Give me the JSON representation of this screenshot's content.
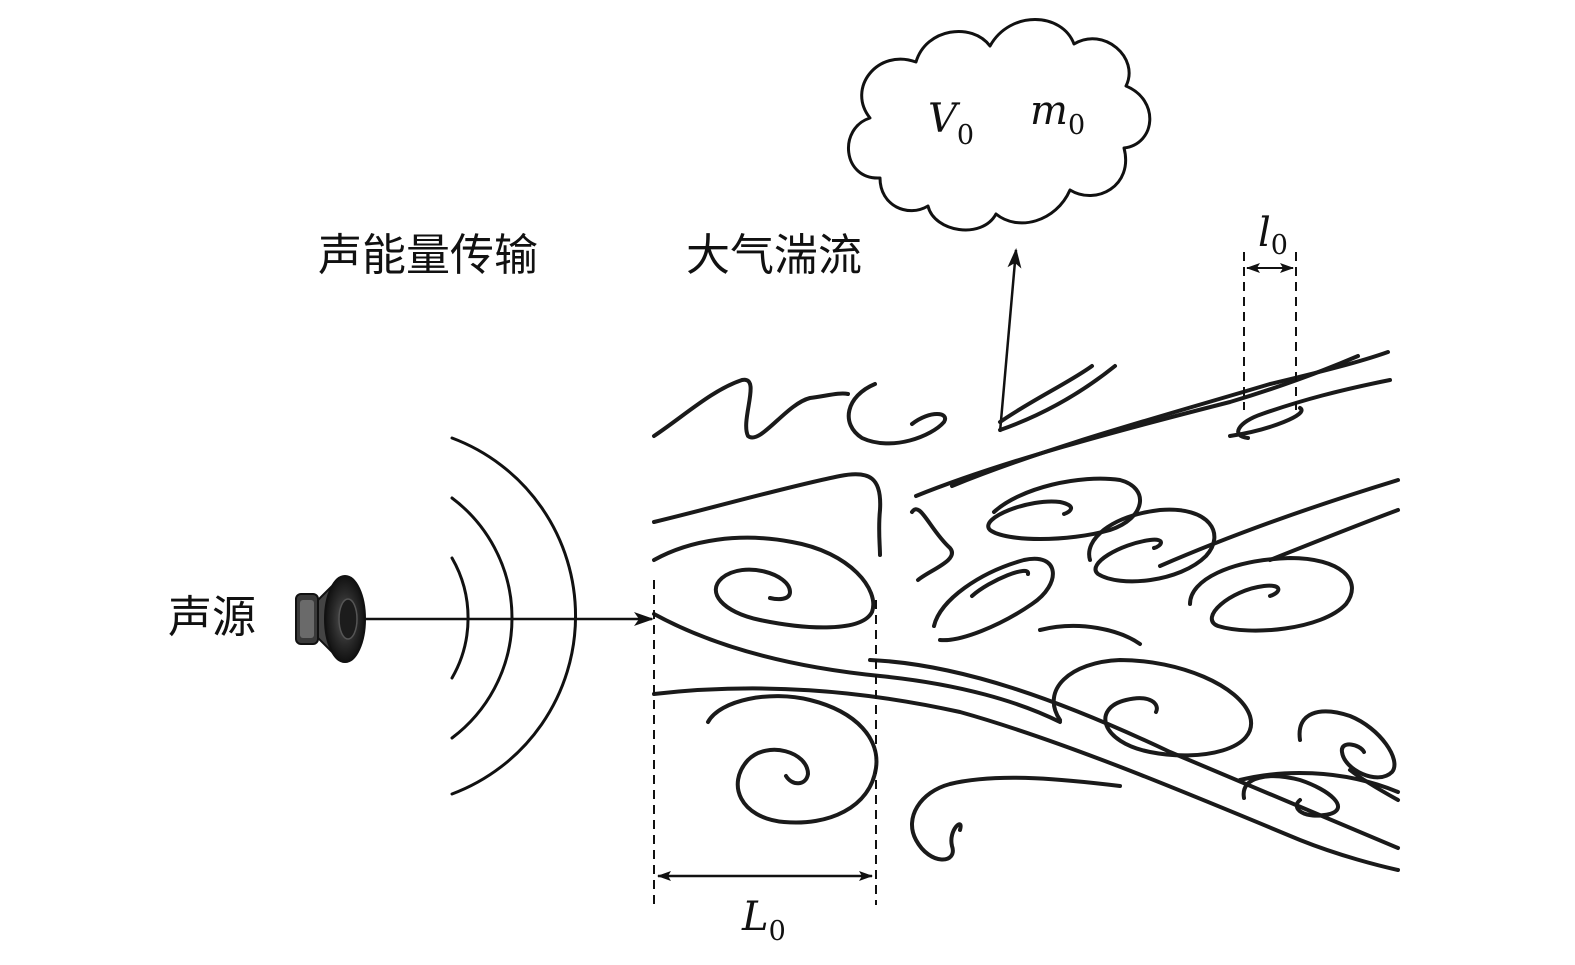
{
  "labels": {
    "energy_transfer": "声能量传输",
    "turbulence": "大气湍流",
    "sound_source": "声源"
  },
  "symbols": {
    "eddy_velocity": {
      "base": "V",
      "sub": "0"
    },
    "eddy_mass": {
      "base": "m",
      "sub": "0"
    },
    "outer_scale": {
      "base": "L",
      "sub": "0"
    },
    "inner_scale": {
      "base": "l",
      "sub": "0"
    }
  }
}
